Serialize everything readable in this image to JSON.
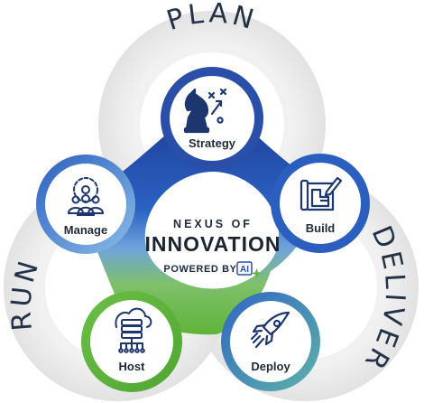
{
  "center": {
    "line1": "NEXUS OF",
    "line2": "INNOVATION",
    "powered_by": "POWERED BY",
    "ai_badge": "AI"
  },
  "phases": {
    "plan": "PLAN",
    "deliver": "DELIVER",
    "run": "RUN"
  },
  "nodes": {
    "strategy": {
      "label": "Strategy",
      "icon": "chess-knight-strategy-icon"
    },
    "build": {
      "label": "Build",
      "icon": "blueprint-pencil-icon"
    },
    "deploy": {
      "label": "Deploy",
      "icon": "rocket-icon"
    },
    "host": {
      "label": "Host",
      "icon": "cloud-server-icon"
    },
    "manage": {
      "label": "Manage",
      "icon": "team-gear-icon"
    }
  },
  "colors": {
    "blue_dark": "#1f3f9a",
    "blue_mid": "#2b63c6",
    "blue_light": "#7fb3e6",
    "green": "#63b83e",
    "teal": "#4aa0a0",
    "ring_gray": "#e8e8e8",
    "text_dark": "#1f2a36"
  }
}
